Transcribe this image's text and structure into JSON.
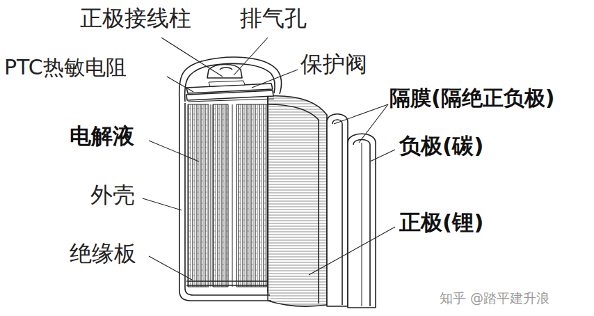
{
  "diagram": {
    "labels": [
      "正极接线柱",
      "排气孔",
      "PTC热敏电阻",
      "保护阀",
      "隔膜(隔绝正负极)",
      "电解液",
      "负极(碳)",
      "外壳",
      "正极(锂)",
      "绝缘板",
      "知乎 @踏平建升浪"
    ]
  }
}
